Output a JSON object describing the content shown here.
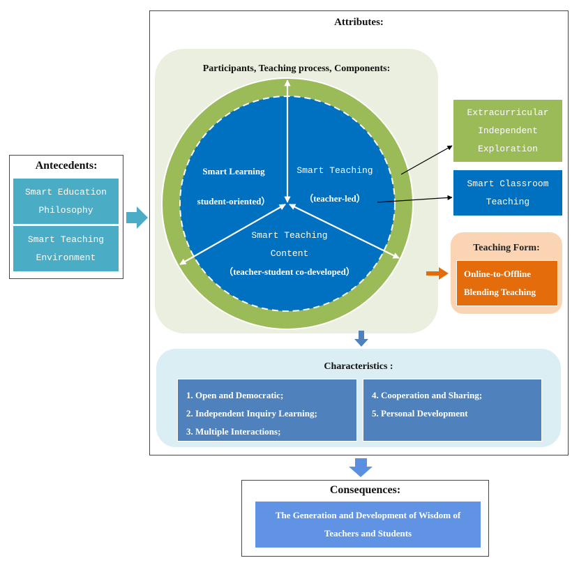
{
  "antecedents": {
    "title": "Antecedents:",
    "items": [
      {
        "line1": "Smart Education",
        "line2": "Philosophy"
      },
      {
        "line1": "Smart Teaching",
        "line2": "Environment"
      }
    ]
  },
  "attributes": {
    "title": "Attributes:",
    "components_title": "Participants, Teaching process, Components:",
    "segments": {
      "learning": {
        "line1": "Smart Learning",
        "line2": "student-oriented）"
      },
      "teaching": {
        "line1": "Smart Teaching",
        "line2": "（teacher-led）"
      },
      "content": {
        "line1": "Smart Teaching",
        "line2": "Content",
        "line3": "（teacher-student co-developed）"
      }
    },
    "extracurricular": {
      "line1": "Extracurricular",
      "line2": "Independent",
      "line3": "Exploration"
    },
    "classroom": {
      "line1": "Smart Classroom",
      "line2": "Teaching"
    },
    "teaching_form": {
      "title": "Teaching Form:",
      "line1": "Online-to-Offline",
      "line2": "Blending Teaching"
    }
  },
  "characteristics": {
    "title": "Characteristics :",
    "left_items": [
      "1.  Open and Democratic;",
      "2.  Independent Inquiry Learning;",
      "3.  Multiple Interactions;"
    ],
    "right_items": [
      "4.  Cooperation and Sharing;",
      "5.  Personal Development"
    ]
  },
  "consequences": {
    "title": "Consequences:",
    "line1": "The Generation and Development of Wisdom of",
    "line2": "Teachers and Students"
  },
  "colors": {
    "antecedent_teal": "#4bacc6",
    "ring_green": "#9bbb59",
    "core_blue": "#0070c0",
    "panel_green": "#ebefdf",
    "form_orange": "#e46c0a",
    "form_panel": "#fbd4b4",
    "characteristics_panel": "#daeef3",
    "characteristics_box": "#4f81bd",
    "consequence_blue": "#6193e5",
    "flow_arrow_blue": "#4f81bd",
    "cons_arrow_blue": "#5b8fe0"
  }
}
